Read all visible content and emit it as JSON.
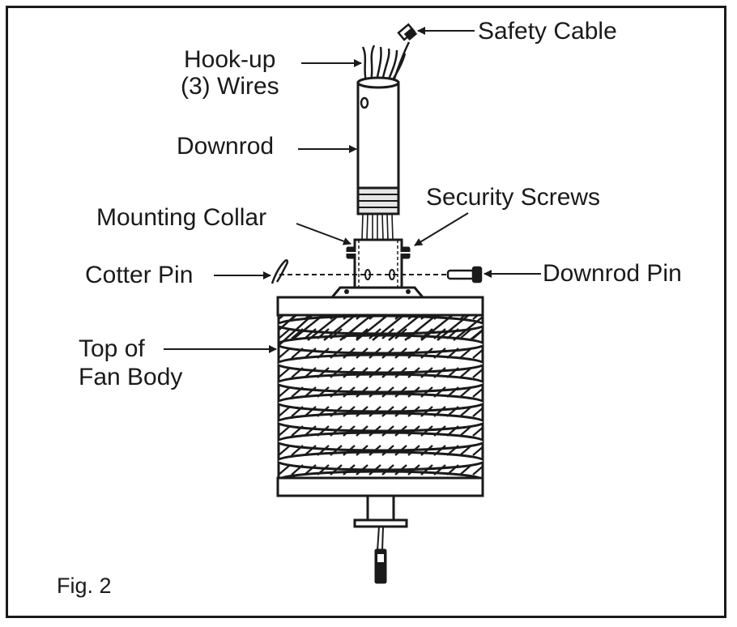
{
  "labels": {
    "safety_cable": "Safety Cable",
    "hookup_line1": "Hook-up",
    "hookup_line2": "(3) Wires",
    "downrod": "Downrod",
    "security_screws": "Security Screws",
    "mounting_collar": "Mounting Collar",
    "cotter_pin": "Cotter Pin",
    "downrod_pin": "Downrod Pin",
    "fan_body_line1": "Top of",
    "fan_body_line2": "Fan Body"
  },
  "figure_caption": "Fig. 2",
  "colors": {
    "ink": "#1a1a1a",
    "paper": "#ffffff"
  }
}
